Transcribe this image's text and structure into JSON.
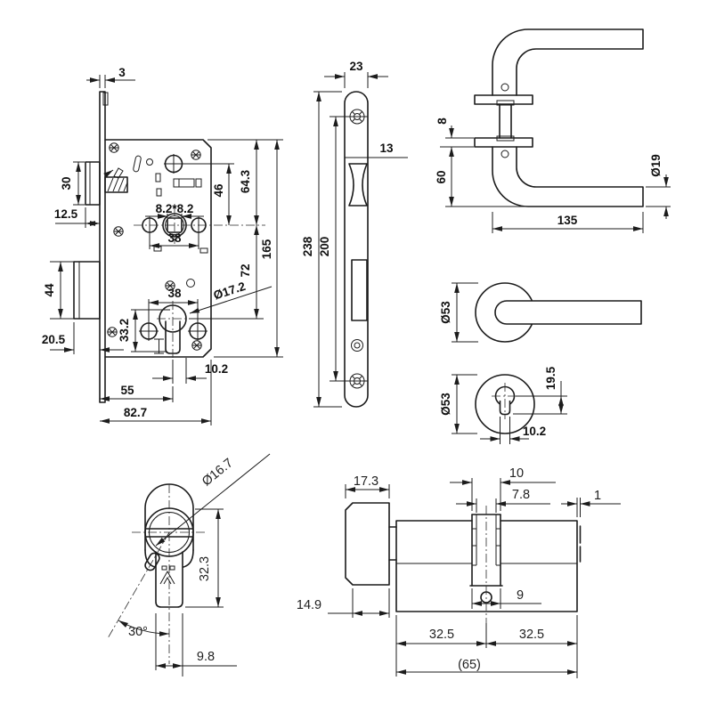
{
  "lock": {
    "forend_thickness": "3",
    "latch_height": "30",
    "latch_protrusion": "12.5",
    "deadbolt_height": "44",
    "deadbolt_throw": "20.5",
    "follower_square": "8.2*8.2",
    "dim_46": "46",
    "dim_64_3": "64.3",
    "case_height": "165",
    "screw_span_upper": "38",
    "screw_span_lower": "38",
    "dim_72": "72",
    "dim_33_2": "33.2",
    "cylinder_dia": "Ø17.2",
    "dim_10_2": "10.2",
    "backset": "55",
    "case_depth": "82.7"
  },
  "faceplate": {
    "width": "23",
    "latch_width": "13",
    "length": "238",
    "fixing_distance": "200"
  },
  "lever": {
    "rose_thickness": "8",
    "below_rose": "60",
    "tube_dia": "Ø19",
    "length": "135",
    "rose_dia": "Ø53"
  },
  "escutcheon": {
    "dia": "Ø53",
    "center_to_slot_end": "19.5",
    "slot_width": "10.2"
  },
  "cylinder_face": {
    "dia": "Ø16.7",
    "body_height": "32.3",
    "turn_angle": "30°",
    "body_width": "9.8"
  },
  "cylinder_side": {
    "knob_len": "17.3",
    "cam_w": "10",
    "cam_inner_w": "7.8",
    "end_gap": "1",
    "knob_face": "14.9",
    "cam_foot": "9",
    "half_left": "32.5",
    "half_right": "32.5",
    "overall": "(65)"
  }
}
